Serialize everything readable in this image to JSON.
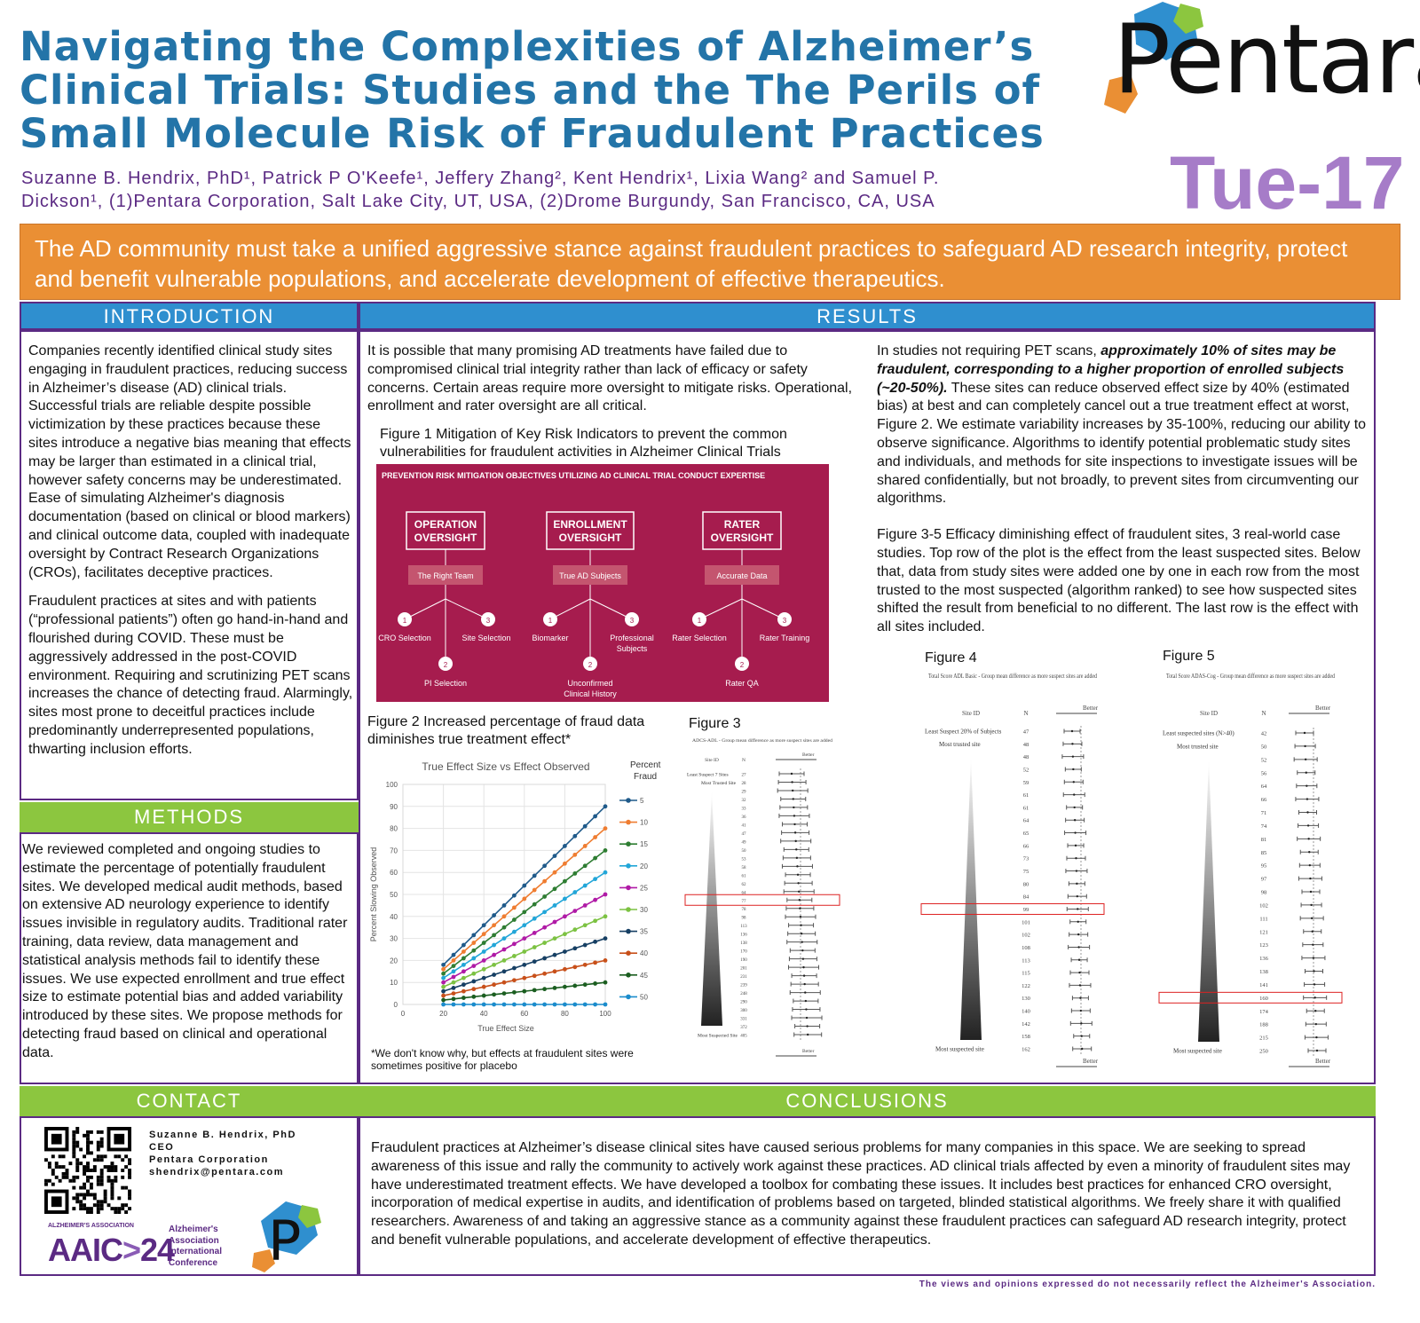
{
  "title_lines": [
    "Navigating the Complexities of Alzheimer’s",
    "Clinical Trials: Studies and the The Perils of",
    "Small Molecule Risk of Fraudulent Practices"
  ],
  "authors": {
    "line1": "Suzanne B. Hendrix, PhD¹, Patrick P O'Keefe¹, Jeffery Zhang², Kent Hendrix¹, Lixia Wang² and Samuel P.",
    "line2": "Dickson¹, (1)Pentara Corporation, Salt Lake City, UT, USA, (2)Drome Burgundy, San Francisco, CA, USA"
  },
  "logo_text": "Pentara",
  "poster_id": "Tue-17",
  "banner": "The AD community must take a unified aggressive stance against fraudulent practices to safeguard AD research integrity, protect and benefit vulnerable populations, and accelerate development of effective therapeutics.",
  "sections": {
    "introduction": "INTRODUCTION",
    "results": "RESULTS",
    "methods": "METHODS",
    "contact": "CONTACT",
    "conclusions": "CONCLUSIONS"
  },
  "intro": {
    "p1": "Companies recently identified clinical study sites engaging in fraudulent practices, reducing success in Alzheimer’s disease (AD) clinical trials. Successful trials are reliable despite possible victimization by these practices because these sites introduce a negative bias meaning that effects may be larger than estimated in a clinical trial, however safety concerns may be underestimated. Ease of simulating Alzheimer's diagnosis documentation (based on clinical or blood markers) and clinical outcome data, coupled with inadequate oversight by Contract Research Organizations (CROs), facilitates deceptive practices.",
    "p2": "Fraudulent practices at sites and with patients (“professional patients”) often go hand-in-hand and flourished during COVID. These must be aggressively addressed in the post-COVID environment. Requiring and scrutinizing PET scans increases the chance of detecting fraud. Alarmingly, sites most prone to deceitful practices include predominantly underrepresented populations, thwarting inclusion efforts."
  },
  "methods": "We reviewed completed and ongoing studies to estimate the percentage of potentially fraudulent sites. We developed medical audit methods, based on extensive AD neurology experience to identify issues invisible in regulatory audits. Traditional rater training, data review, data management and statistical analysis methods fail to identify these issues. We use expected enrollment and true effect size to estimate potential bias and added variability introduced by these sites. We propose methods for detecting fraud based on clinical and operational data.",
  "results_mid": {
    "p1": "It is possible that many promising AD treatments have failed due to compromised clinical trial integrity rather than lack of efficacy or safety concerns. Certain areas require more oversight to mitigate risks. Operational, enrollment and rater oversight are all critical.",
    "fig1_caption": "Figure 1  Mitigation of Key Risk Indicators to prevent the common vulnerabilities for fraudulent activities in Alzheimer Clinical Trials",
    "fig2_caption": "Figure 2  Increased percentage of fraud data diminishes true treatment effect*",
    "fig3_label": "Figure 3",
    "fig2_footnote": "*We don't know why, but effects at fraudulent sites were sometimes positive for placebo"
  },
  "fig1": {
    "header": "PREVENTION RISK MITIGATION OBJECTIVES UTILIZING AD CLINICAL TRIAL CONDUCT EXPERTISE",
    "columns": [
      {
        "title1": "OPERATION",
        "title2": "OVERSIGHT",
        "box": "The Right Team",
        "n1": "1",
        "n3": "3",
        "n2": "2",
        "l1": "CRO Selection",
        "l3": "Site Selection",
        "l2": "PI Selection",
        "l3b": "",
        "l2b": ""
      },
      {
        "title1": "ENROLLMENT",
        "title2": "OVERSIGHT",
        "box": "True AD Subjects",
        "n1": "1",
        "n3": "3",
        "n2": "2",
        "l1": "Biomarker",
        "l3": "Professional",
        "l3b": "Subjects",
        "l2": "Unconfirmed",
        "l2b": "Clinical History"
      },
      {
        "title1": "RATER",
        "title2": "OVERSIGHT",
        "box": "Accurate Data",
        "n1": "1",
        "n3": "3",
        "n2": "2",
        "l1": "Rater Selection",
        "l3": "Rater Training",
        "l2": "Rater QA",
        "l3b": "",
        "l2b": ""
      }
    ],
    "colors": {
      "bg": "#a61c4e",
      "box": "#c4556f"
    }
  },
  "results_right": {
    "p1_pre": "In studies not requiring PET scans, ",
    "p1_bold": "approximately 10% of sites may be fraudulent, corresponding to a higher proportion of enrolled subjects (~20-50%).",
    "p1_post": " These sites can reduce observed effect size by 40% (estimated bias) at best and can completely cancel out a true treatment effect at worst, Figure 2. We estimate variability increases by 35-100%, reducing our ability to observe significance. Algorithms to identify potential problematic study sites and individuals, and methods for site inspections to investigate issues will be shared confidentially, but not broadly, to prevent sites from circumventing our algorithms.",
    "p2": "Figure 3-5 Efficacy diminishing effect of fraudulent sites, 3 real-world case studies. Top row of the plot is the effect from the least suspected sites. Below that, data from study sites were added one by one in each row from the most trusted to the most suspected (algorithm ranked) to see how suspected sites shifted the result from beneficial to no different. The last row is the effect with all sites included.",
    "fig4_label": "Figure 4",
    "fig5_label": "Figure 5"
  },
  "chart_data": {
    "type": "line",
    "title": "True Effect Size vs Effect Observed",
    "xlabel": "True Effect Size",
    "ylabel": "Percent Slowing Observed",
    "legend_title_1": "Percent",
    "legend_title_2": "Fraud",
    "xlim": [
      0,
      100
    ],
    "ylim": [
      0,
      100
    ],
    "xticks": [
      "0",
      "20",
      "40",
      "60",
      "80",
      "100"
    ],
    "yticks": [
      "0",
      "10",
      "20",
      "30",
      "40",
      "50",
      "60",
      "70",
      "80",
      "90",
      "100"
    ],
    "x": [
      20,
      25,
      30,
      35,
      40,
      45,
      50,
      55,
      60,
      65,
      70,
      75,
      80,
      85,
      90,
      95,
      100
    ],
    "series": [
      {
        "name": "5",
        "slope": 0.9,
        "color": "#1f5a8a"
      },
      {
        "name": "10",
        "slope": 0.8,
        "color": "#ef7d31"
      },
      {
        "name": "15",
        "slope": 0.7,
        "color": "#2e7d32"
      },
      {
        "name": "20",
        "slope": 0.6,
        "color": "#22a6d8"
      },
      {
        "name": "25",
        "slope": 0.5,
        "color": "#b01aa6"
      },
      {
        "name": "30",
        "slope": 0.4,
        "color": "#7cc242"
      },
      {
        "name": "35",
        "slope": 0.3,
        "color": "#163f63"
      },
      {
        "name": "40",
        "slope": 0.2,
        "color": "#c8501a"
      },
      {
        "name": "45",
        "slope": 0.1,
        "color": "#1b5e20"
      },
      {
        "name": "50",
        "slope": 0.0,
        "color": "#1b8ccc"
      }
    ]
  },
  "forest": {
    "fig3": {
      "title": "ADCS-ADL - Group mean difference as more suspect sites are added",
      "col_site": "Site ID",
      "col_n": "N",
      "better": "Better",
      "first_label": "Least Suspect 7 Sites",
      "second_label": "Most Trusted Site",
      "last_label": "Most Suspected Site",
      "n": [
        "27",
        "28",
        "29",
        "32",
        "33",
        "36",
        "41",
        "47",
        "49",
        "50",
        "53",
        "58",
        "61",
        "62",
        "64",
        "77",
        "78",
        "98",
        "113",
        "136",
        "138",
        "170",
        "190",
        "201",
        "231",
        "239",
        "248",
        "290",
        "300",
        "331",
        "372",
        "405"
      ]
    },
    "fig4": {
      "title": "Total Score ADL Basic - Group mean difference as more suspect sites are added",
      "col_site": "Site ID",
      "col_n": "N",
      "better": "Better",
      "first_label": "Least Suspect 20% of Subjects",
      "second_label": "Most trusted site",
      "last_label": "Most suspected site",
      "n": [
        "47",
        "48",
        "48",
        "52",
        "59",
        "61",
        "61",
        "64",
        "65",
        "66",
        "73",
        "75",
        "80",
        "84",
        "99",
        "101",
        "102",
        "108",
        "113",
        "115",
        "122",
        "130",
        "140",
        "142",
        "158",
        "162"
      ]
    },
    "fig5": {
      "title": "Total Score ADAS-Cog - Group mean difference as more suspect sites are added",
      "col_site": "Site ID",
      "col_n": "N",
      "better": "Better",
      "first_label": "Least suspected sites (N>40)",
      "second_label": "Most trusted site",
      "last_label": "Most suspected site",
      "n": [
        "42",
        "50",
        "52",
        "56",
        "64",
        "66",
        "71",
        "74",
        "81",
        "85",
        "95",
        "97",
        "98",
        "102",
        "111",
        "121",
        "123",
        "136",
        "138",
        "141",
        "160",
        "174",
        "188",
        "215",
        "250"
      ]
    }
  },
  "contact": {
    "name": "Suzanne B. Hendrix, PhD",
    "role": "CEO",
    "org": "Pentara Corporation",
    "email": "shendrix@pentara.com",
    "aaic_assoc": "ALZHEIMER'S ASSOCIATION",
    "aaic": "AAIC",
    "aaic_year": "24",
    "aaic_name1": "Alzheimer's",
    "aaic_name2": "Association",
    "aaic_name3": "International",
    "aaic_name4": "Conference",
    "logo_p": "P"
  },
  "conclusions": "Fraudulent practices at Alzheimer’s disease clinical sites have caused serious problems for many companies in this space. We are seeking to spread awareness of this issue and rally the community to actively work against these practices. AD clinical trials affected by even a minority of fraudulent sites may have underestimated treatment effects. We have developed a toolbox for combating these issues. It includes best practices for enhanced CRO oversight, incorporation of medical expertise in audits, and identification of problems based on targeted, blinded statistical algorithms. We freely share it with qualified researchers. Awareness of and taking an aggressive stance as a community against these fraudulent practices can safeguard AD research integrity, protect and benefit vulnerable populations, and accelerate development of effective therapeutics.",
  "disclaimer": "The views and opinions expressed do not necessarily reflect the Alzheimer's Association."
}
